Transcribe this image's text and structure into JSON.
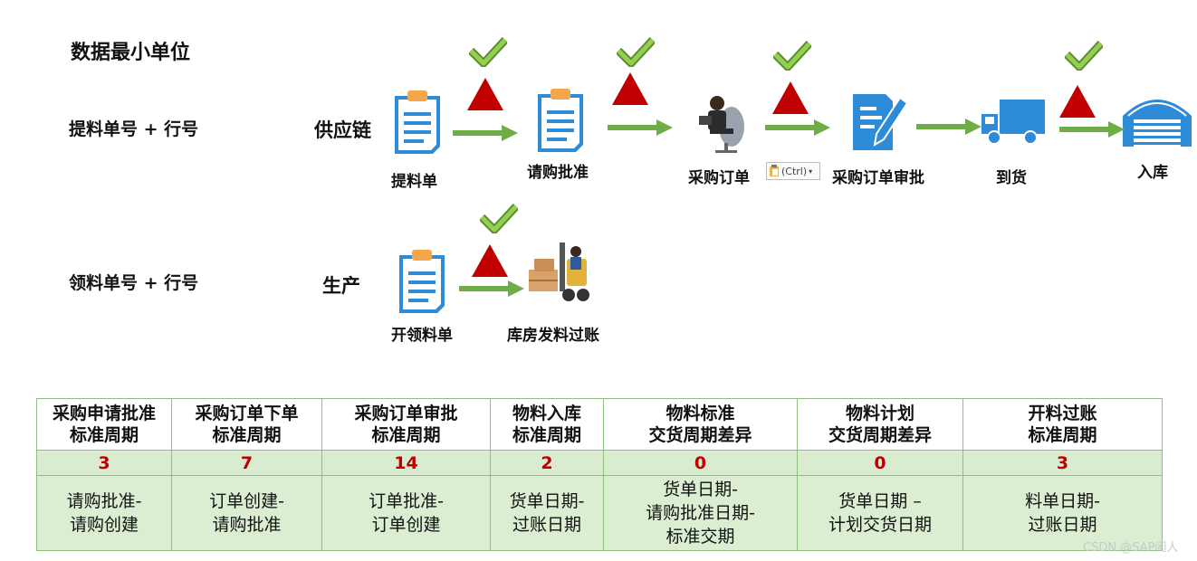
{
  "title": "数据最小单位",
  "rows": {
    "supply": {
      "key_label": "提料单号 + 行号",
      "section": "供应链"
    },
    "production": {
      "key_label": "领料单号 + 行号",
      "section": "生产"
    }
  },
  "supply_steps": [
    {
      "label": "提料单",
      "icon": "clipboard-icon"
    },
    {
      "label": "请购批准",
      "icon": "clipboard-icon"
    },
    {
      "label": "采购订单",
      "icon": "office-worker-icon"
    },
    {
      "label": "采购订单审批",
      "icon": "document-pen-icon"
    },
    {
      "label": "到货",
      "icon": "truck-icon"
    },
    {
      "label": "入库",
      "icon": "warehouse-icon"
    }
  ],
  "production_steps": [
    {
      "label": "开领料单",
      "icon": "clipboard-icon"
    },
    {
      "label": "库房发料过账",
      "icon": "forklift-icon"
    }
  ],
  "paste_tag": {
    "text": "(Ctrl)",
    "icon": "paste-clipboard-icon"
  },
  "table": {
    "headers": [
      [
        "采购申请批准",
        "标准周期"
      ],
      [
        "采购订单下单",
        "标准周期"
      ],
      [
        "采购订单审批",
        "标准周期"
      ],
      [
        "物料入库",
        "标准周期"
      ],
      [
        "物料标准",
        "交货周期差异"
      ],
      [
        "物料计划",
        "交货周期差异"
      ],
      [
        "开料过账",
        "标准周期"
      ]
    ],
    "values": [
      "3",
      "7",
      "14",
      "2",
      "0",
      "0",
      "3"
    ],
    "formulas": [
      [
        "请购批准-",
        "请购创建"
      ],
      [
        "订单创建-",
        "请购批准"
      ],
      [
        "订单批准-",
        "订单创建"
      ],
      [
        "货单日期-",
        "过账日期"
      ],
      [
        "货单日期-",
        "请购批准日期-",
        "标准交期"
      ],
      [
        "货单日期 –",
        "计划交货日期"
      ],
      [
        "料单日期-",
        "过账日期"
      ]
    ]
  },
  "colors": {
    "arrow": "#70ad47",
    "triangle": "#c00000",
    "check": "#92d050",
    "icon_blue": "#2e8bd8",
    "value_red": "#c00000"
  },
  "watermark": "CSDN @SAP闲人"
}
